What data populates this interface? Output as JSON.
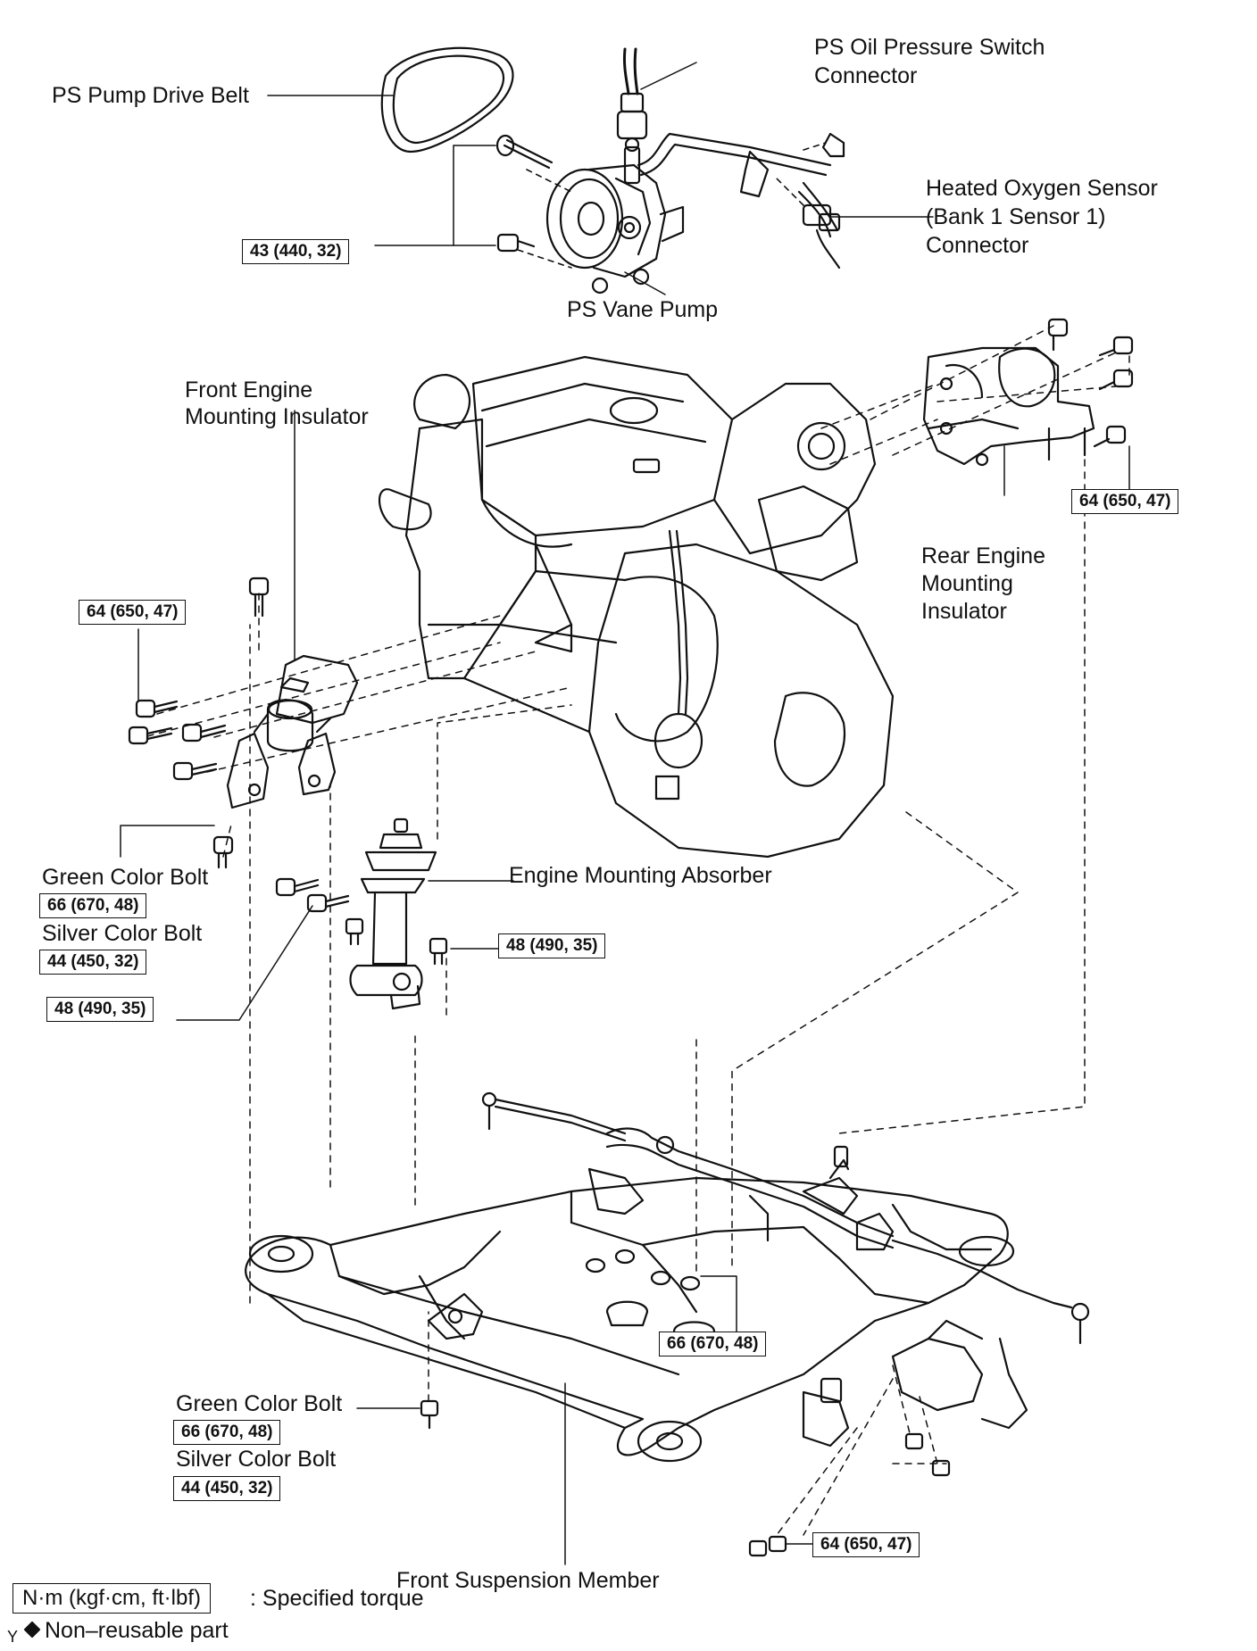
{
  "labels": {
    "ps_pump_drive_belt": "PS Pump Drive Belt",
    "ps_oil_pressure_switch_1": "PS Oil Pressure Switch",
    "ps_oil_pressure_switch_2": "Connector",
    "heated_o2_1": "Heated Oxygen Sensor",
    "heated_o2_2": "(Bank 1 Sensor 1)",
    "heated_o2_3": "Connector",
    "ps_vane_pump": "PS Vane Pump",
    "front_engine_mount_1": "Front Engine",
    "front_engine_mount_2": "Mounting Insulator",
    "rear_engine_mount_1": "Rear Engine",
    "rear_engine_mount_2": "Mounting",
    "rear_engine_mount_3": "Insulator",
    "engine_mounting_absorber": "Engine Mounting Absorber",
    "green_color_bolt_a": "Green Color Bolt",
    "silver_color_bolt_a": "Silver Color Bolt",
    "green_color_bolt_b": "Green Color Bolt",
    "silver_color_bolt_b": "Silver Color Bolt",
    "front_suspension_member": "Front Suspension Member"
  },
  "torque": {
    "ps_pump_bolts": "43 (440, 32)",
    "rear_mount": "64 (650, 47)",
    "front_mount": "64 (650, 47)",
    "green_bolt_a": "66 (670, 48)",
    "silver_bolt_a": "44 (450, 32)",
    "absorber_left": "48 (490, 35)",
    "absorber_right": "48 (490, 35)",
    "member_nuts": "66 (670, 48)",
    "green_bolt_b": "66 (670, 48)",
    "silver_bolt_b": "44 (450, 32)",
    "member_bottom_right": "64 (650, 47)"
  },
  "legend": {
    "unit_box": "N·m (kgf·cm, ft·lbf)",
    "unit_desc": ": Specified torque",
    "marker_letter": "Y",
    "nonreusable": "Non–reusable part"
  }
}
